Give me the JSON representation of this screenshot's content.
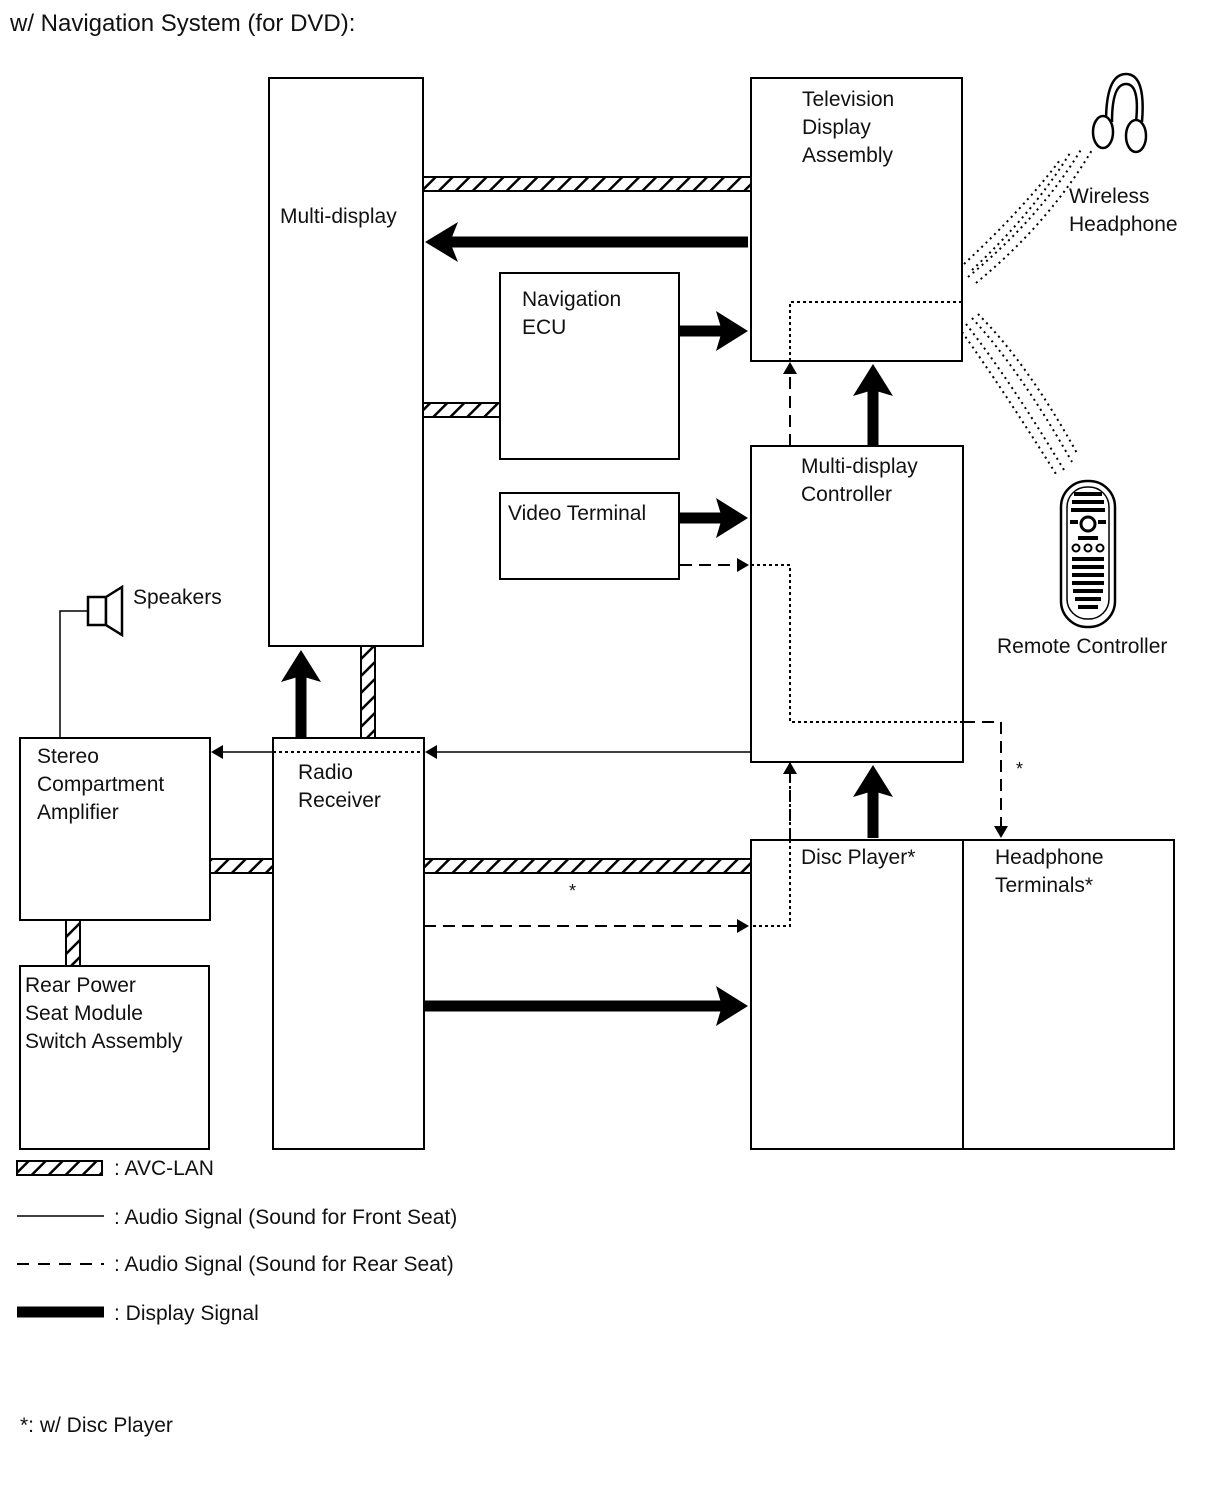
{
  "title": "w/ Navigation System (for DVD):",
  "components": {
    "multi_display": "Multi-display",
    "television_display": "Television\nDisplay\nAssembly",
    "navigation_ecu": "Navigation\nECU",
    "video_terminal": "Video Terminal",
    "multi_display_controller": "Multi-display\nController",
    "wireless_headphone": "Wireless\nHeadphone",
    "remote_controller": "Remote Controller",
    "speakers": "Speakers",
    "stereo_amplifier": "Stereo\nCompartment\nAmplifier",
    "radio_receiver": "Radio\nReceiver",
    "rear_power_seat": "Rear Power\nSeat Module\nSwitch Assembly",
    "disc_player": "Disc Player*",
    "headphone_terminals": "Headphone\nTerminals*"
  },
  "markers": {
    "asterisk_right": "*",
    "asterisk_middle": "*"
  },
  "legend": {
    "avc_lan": ": AVC-LAN",
    "audio_front": ": Audio Signal (Sound for Front Seat)",
    "audio_rear": ": Audio Signal (Sound for Rear Seat)",
    "display_signal": ": Display Signal"
  },
  "footnote": "*: w/ Disc Player",
  "icons": {
    "headphone": "headphone-icon",
    "remote": "remote-control-icon",
    "speaker": "speaker-icon"
  }
}
